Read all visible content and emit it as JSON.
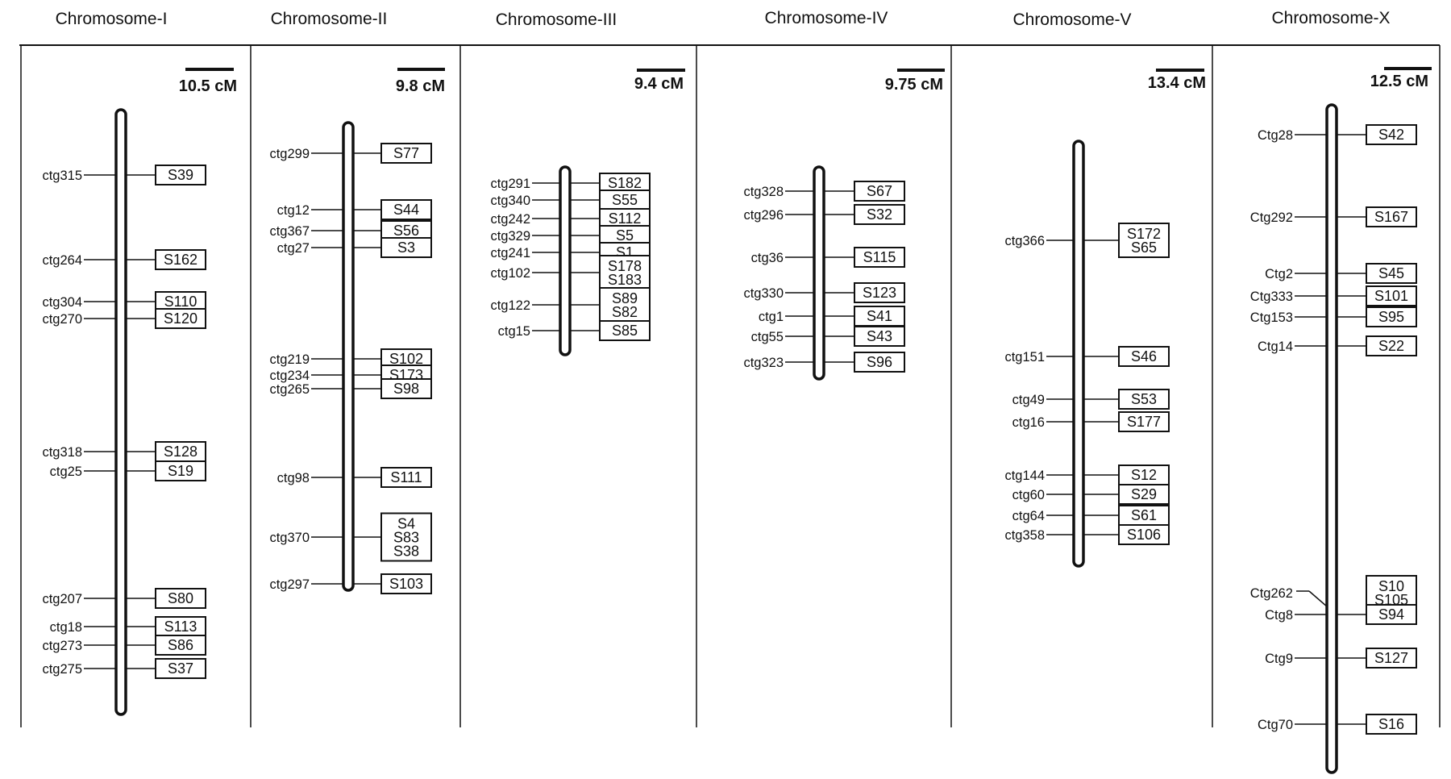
{
  "chromosomes": [
    {
      "name": "Chromosome-I",
      "scale_label": "10.5 cM",
      "markers": [
        {
          "contig": "ctg315",
          "loci": [
            "S39"
          ]
        },
        {
          "contig": "ctg264",
          "loci": [
            "S162"
          ]
        },
        {
          "contig": "ctg304",
          "loci": [
            "S110"
          ]
        },
        {
          "contig": "ctg270",
          "loci": [
            "S120"
          ]
        },
        {
          "contig": "ctg318",
          "loci": [
            "S128"
          ]
        },
        {
          "contig": "ctg25",
          "loci": [
            "S19"
          ]
        },
        {
          "contig": "ctg207",
          "loci": [
            "S80"
          ]
        },
        {
          "contig": "ctg18",
          "loci": [
            "S113"
          ]
        },
        {
          "contig": "ctg273",
          "loci": [
            "S86"
          ]
        },
        {
          "contig": "ctg275",
          "loci": [
            "S37"
          ]
        }
      ]
    },
    {
      "name": "Chromosome-II",
      "scale_label": "9.8 cM",
      "markers": [
        {
          "contig": "ctg299",
          "loci": [
            "S77"
          ]
        },
        {
          "contig": "ctg12",
          "loci": [
            "S44"
          ]
        },
        {
          "contig": "ctg367",
          "loci": [
            "S56"
          ]
        },
        {
          "contig": "ctg27",
          "loci": [
            "S3"
          ]
        },
        {
          "contig": "ctg219",
          "loci": [
            "S102"
          ]
        },
        {
          "contig": "ctg234",
          "loci": [
            "S173"
          ]
        },
        {
          "contig": "ctg265",
          "loci": [
            "S98"
          ]
        },
        {
          "contig": "ctg98",
          "loci": [
            "S111"
          ]
        },
        {
          "contig": "ctg370",
          "loci": [
            "S4",
            "S83",
            "S38"
          ]
        },
        {
          "contig": "ctg297",
          "loci": [
            "S103"
          ]
        }
      ]
    },
    {
      "name": "Chromosome-III",
      "scale_label": "9.4 cM",
      "markers": [
        {
          "contig": "ctg291",
          "loci": [
            "S182"
          ]
        },
        {
          "contig": "ctg340",
          "loci": [
            "S55"
          ]
        },
        {
          "contig": "ctg242",
          "loci": [
            "S112"
          ]
        },
        {
          "contig": "ctg329",
          "loci": [
            "S5"
          ]
        },
        {
          "contig": "ctg241",
          "loci": [
            "S1"
          ]
        },
        {
          "contig": "ctg102",
          "loci": [
            "S178",
            "S183"
          ]
        },
        {
          "contig": "ctg122",
          "loci": [
            "S89",
            "S82"
          ]
        },
        {
          "contig": "ctg15",
          "loci": [
            "S85"
          ]
        }
      ]
    },
    {
      "name": "Chromosome-IV",
      "scale_label": "9.75 cM",
      "markers": [
        {
          "contig": "ctg328",
          "loci": [
            "S67"
          ]
        },
        {
          "contig": "ctg296",
          "loci": [
            "S32"
          ]
        },
        {
          "contig": "ctg36",
          "loci": [
            "S115"
          ]
        },
        {
          "contig": "ctg330",
          "loci": [
            "S123"
          ]
        },
        {
          "contig": "ctg1",
          "loci": [
            "S41"
          ]
        },
        {
          "contig": "ctg55",
          "loci": [
            "S43"
          ]
        },
        {
          "contig": "ctg323",
          "loci": [
            "S96"
          ]
        }
      ]
    },
    {
      "name": "Chromosome-V",
      "scale_label": "13.4 cM",
      "markers": [
        {
          "contig": "ctg366",
          "loci": [
            "S172",
            "S65"
          ]
        },
        {
          "contig": "ctg151",
          "loci": [
            "S46"
          ]
        },
        {
          "contig": "ctg49",
          "loci": [
            "S53"
          ]
        },
        {
          "contig": "ctg16",
          "loci": [
            "S177"
          ]
        },
        {
          "contig": "ctg144",
          "loci": [
            "S12"
          ]
        },
        {
          "contig": "ctg60",
          "loci": [
            "S29"
          ]
        },
        {
          "contig": "ctg64",
          "loci": [
            "S61"
          ]
        },
        {
          "contig": "ctg358",
          "loci": [
            "S106"
          ]
        }
      ]
    },
    {
      "name": "Chromosome-X",
      "scale_label": "12.5 cM",
      "markers": [
        {
          "contig": "Ctg28",
          "loci": [
            "S42"
          ]
        },
        {
          "contig": "Ctg292",
          "loci": [
            "S167"
          ]
        },
        {
          "contig": "Ctg2",
          "loci": [
            "S45"
          ]
        },
        {
          "contig": "Ctg333",
          "loci": [
            "S101"
          ]
        },
        {
          "contig": "Ctg153",
          "loci": [
            "S95"
          ]
        },
        {
          "contig": "Ctg14",
          "loci": [
            "S22"
          ]
        },
        {
          "contig": "Ctg262",
          "loci": [
            "S10",
            "S105"
          ]
        },
        {
          "contig": "Ctg8",
          "loci": [
            "S94"
          ]
        },
        {
          "contig": "Ctg9",
          "loci": [
            "S127"
          ]
        },
        {
          "contig": "Ctg70",
          "loci": [
            "S16"
          ]
        }
      ]
    }
  ]
}
